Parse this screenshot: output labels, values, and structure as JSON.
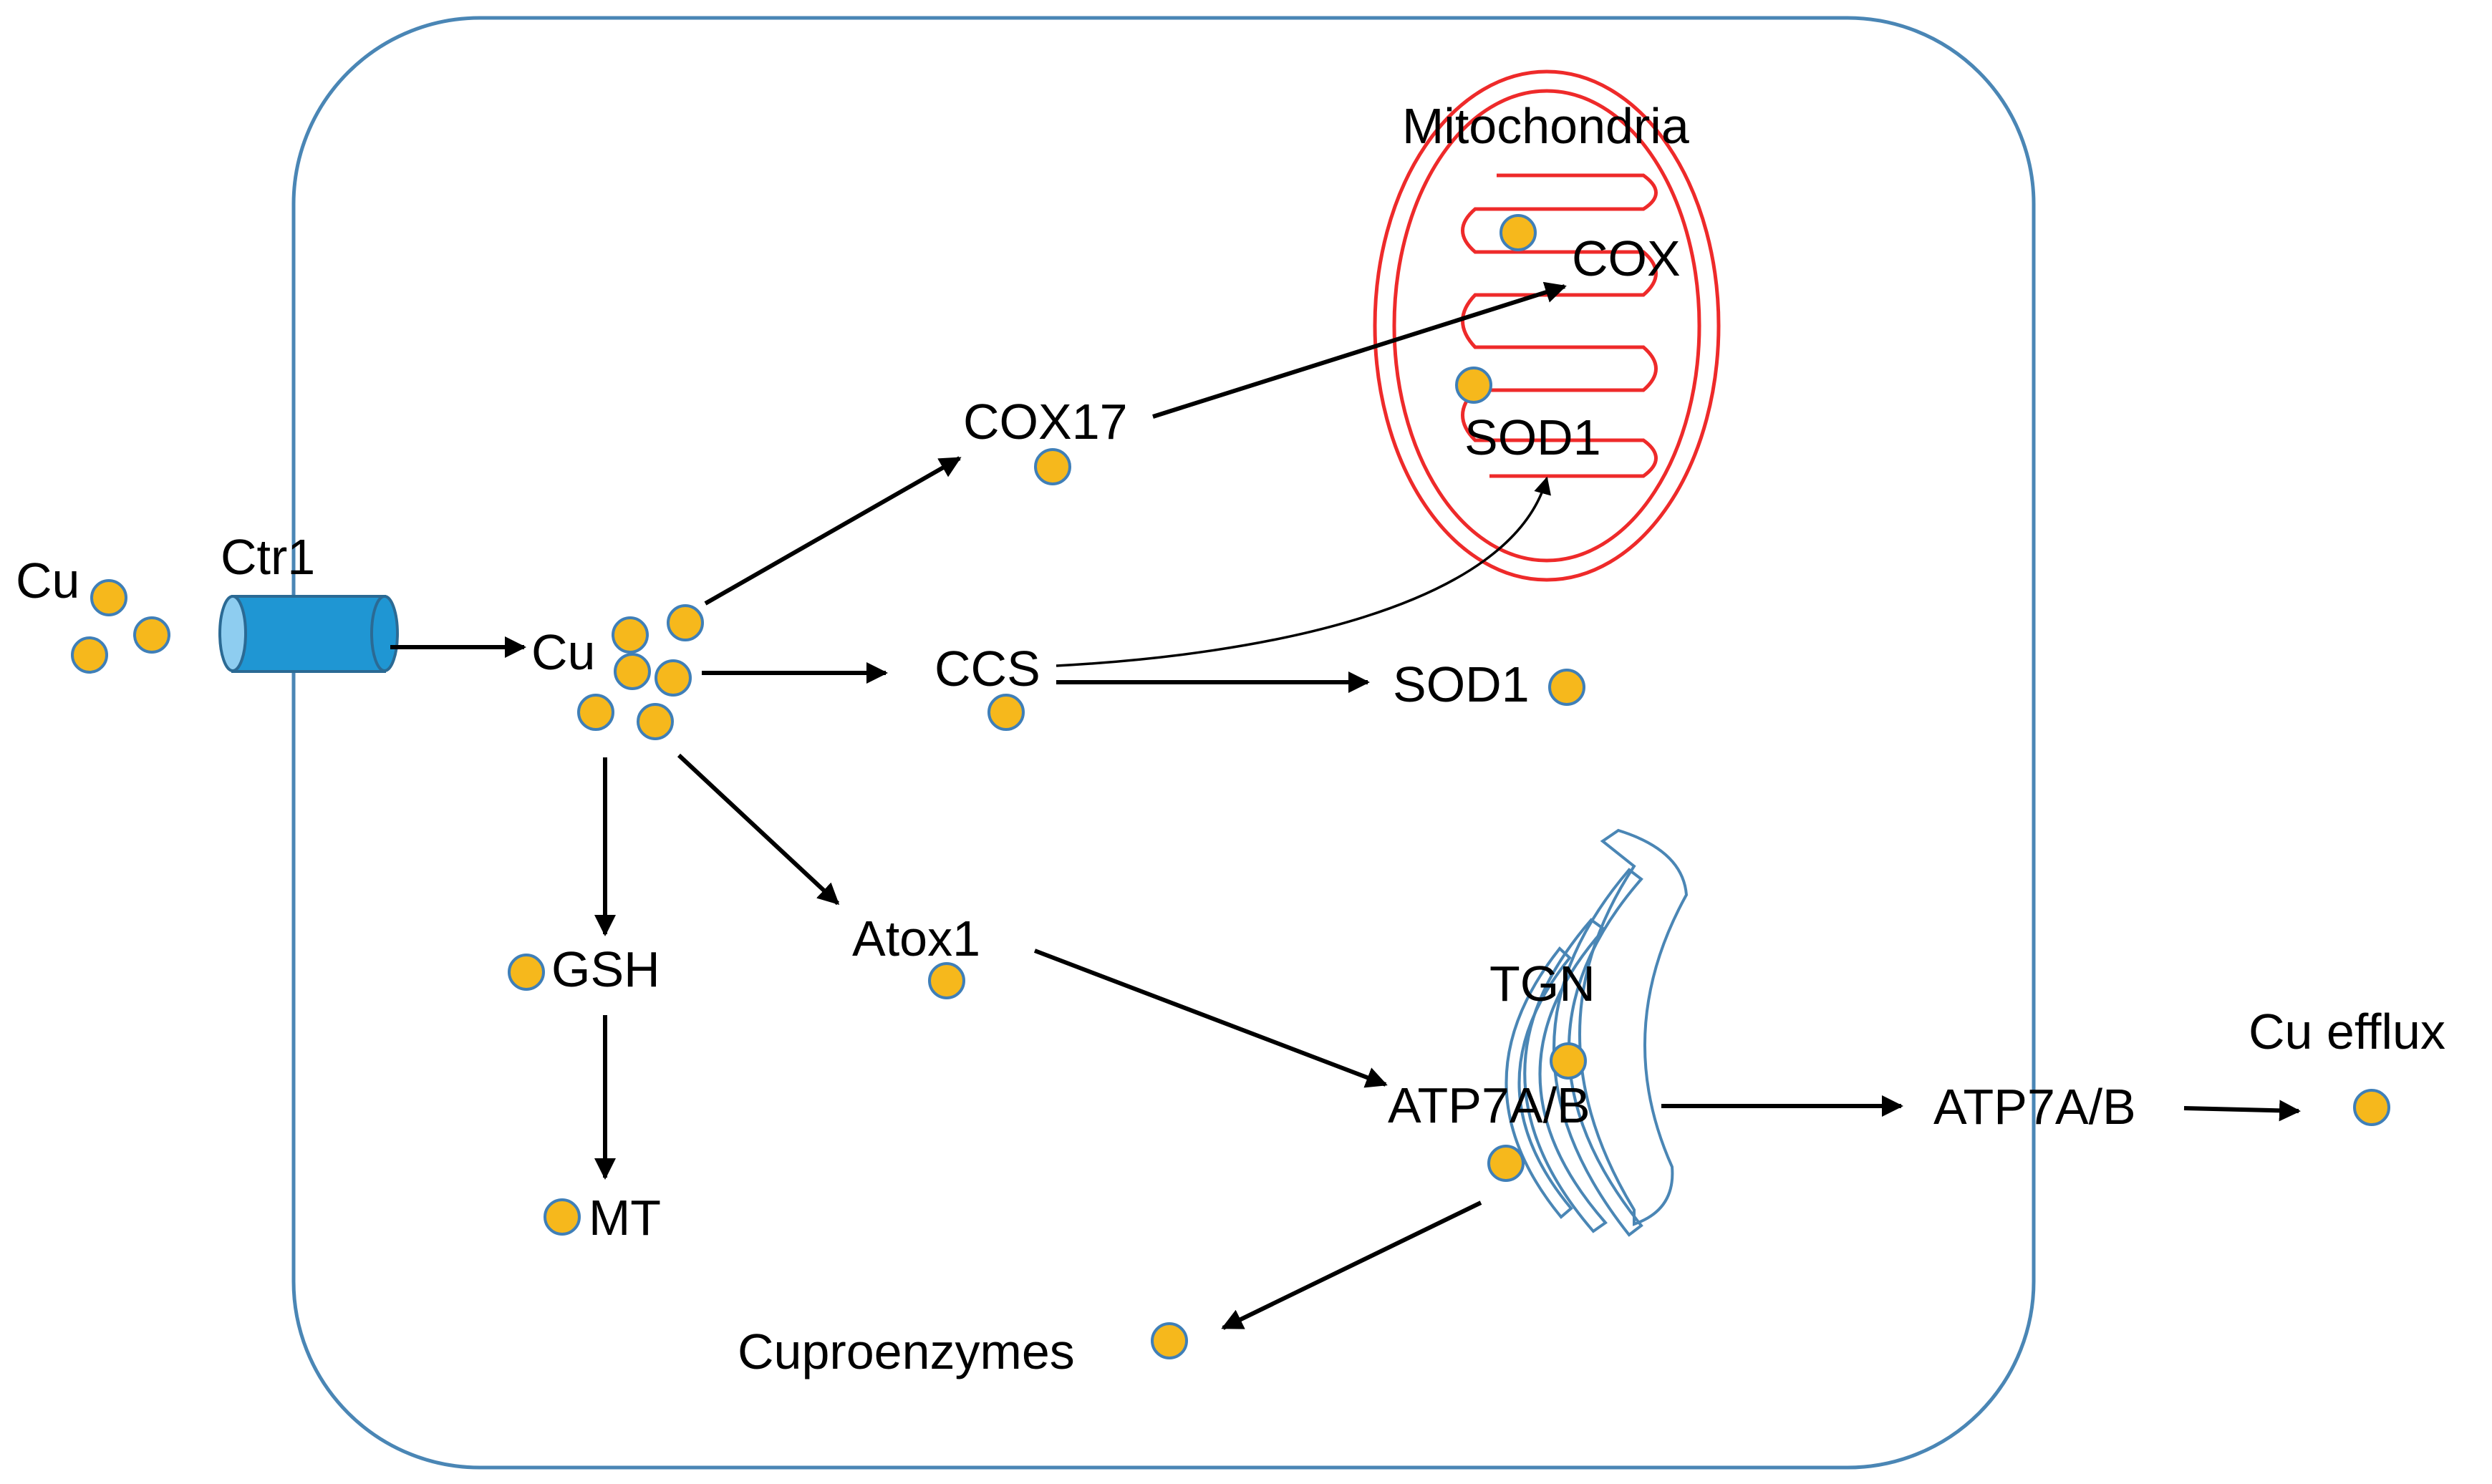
{
  "labels": {
    "cu_outside": "Cu",
    "ctr1": "Ctr1",
    "cu_inside": "Cu",
    "cox17": "COX17",
    "ccs": "CCS",
    "sod1_cytosol": "SOD1",
    "mitochondria": "Mitochondria",
    "cox": "COX",
    "sod1_mito": "SOD1",
    "gsh": "GSH",
    "mt": "MT",
    "atox1": "Atox1",
    "tgn": "TGN",
    "atp7ab_tgn": "ATP7A/B",
    "atp7ab_membrane": "ATP7A/B",
    "cu_efflux": "Cu efflux",
    "cuproenzymes": "Cuproenzymes"
  },
  "colors": {
    "copper": "#f6b81c",
    "copper_outline": "#3f7fb8",
    "cell_membrane": "#4a86b5",
    "mitochondria": "#ee2a2a",
    "transporter": "#1f96d3",
    "arrow": "#000000"
  }
}
